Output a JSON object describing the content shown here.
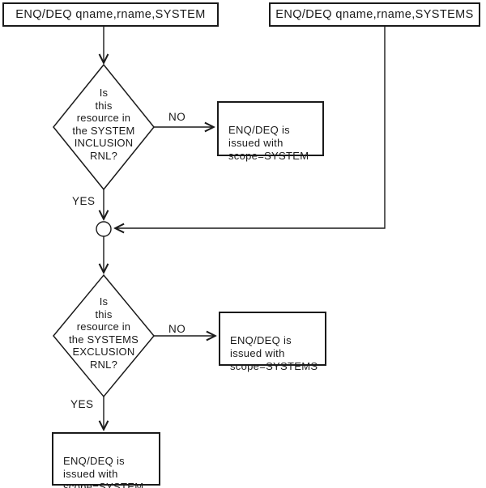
{
  "flowchart": {
    "start_left": {
      "label": "ENQ/DEQ qname,rname,SYSTEM"
    },
    "start_right": {
      "label": "ENQ/DEQ qname,rname,SYSTEMS"
    },
    "decision_inclusion": {
      "label": "Is\nthis\nresource in\nthe SYSTEM\nINCLUSION\nRNL?",
      "no_label": "NO",
      "yes_label": "YES"
    },
    "result_inclusion_no": {
      "label": "ENQ/DEQ is\nissued with\nscope=SYSTEM"
    },
    "decision_exclusion": {
      "label": "Is\nthis\nresource in\nthe SYSTEMS\nEXCLUSION\nRNL?",
      "no_label": "NO",
      "yes_label": "YES"
    },
    "result_exclusion_no": {
      "label": "ENQ/DEQ is\nissued with\nscope=SYSTEMS"
    },
    "result_final": {
      "label": "ENQ/DEQ is\nissued with\nscope=SYSTEM"
    },
    "colors": {
      "line": "#1a1a1a",
      "background": "#ffffff"
    }
  }
}
